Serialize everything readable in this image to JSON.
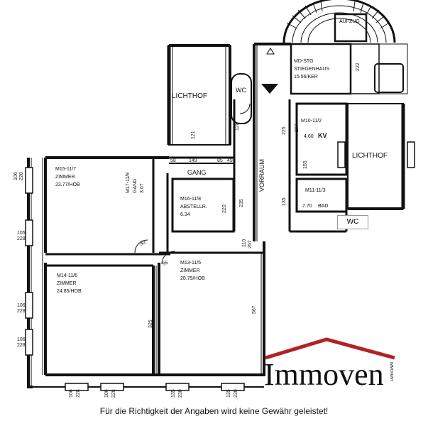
{
  "rooms": {
    "lichthof_left": "LICHTHOF",
    "lichthof_right": "LICHTHOF",
    "wc_top": "WC",
    "wc_right": "WC",
    "gang": "GANG",
    "vorraum": "VORRAUM",
    "aufzug": "AUFZUG",
    "stiege": [
      "MD-STG",
      "STIEGENHAUS",
      "15.56/KER"
    ],
    "m15": [
      "M15-11/7",
      "ZIMMER",
      "23.77/HOB"
    ],
    "m17": [
      "M17-11/9",
      "GANG",
      "3.07"
    ],
    "m16": [
      "M16-11/8",
      "ABSTELLR.",
      "6.34"
    ],
    "m10": [
      "M10-11/2",
      "4.60"
    ],
    "kv": "KV",
    "m11": [
      "M11-11/3",
      "7.70"
    ],
    "bad": "BAD",
    "m14": [
      "M14-11/6",
      "ZIMMER",
      "24.85/HOB"
    ],
    "m13": [
      "M13-11/5",
      "ZIMMER",
      "28.75/HOB"
    ]
  },
  "dimensions": {
    "d149": "149",
    "d85": "85",
    "d49": "49",
    "d58": "58",
    "d225": "225",
    "d220": "220",
    "d235": "235",
    "d135": "135",
    "d567": "567",
    "d325": "325",
    "d222": "222",
    "d207": "207",
    "d155": "155",
    "d257": "257",
    "d110": "110",
    "d90": "90",
    "d95": "95",
    "d128": "128",
    "d121": "121",
    "win_top": [
      "106",
      "228"
    ],
    "win_mid": [
      "105",
      "228"
    ],
    "win_low1": [
      "106",
      "228"
    ],
    "win_low2": [
      "106",
      "228"
    ],
    "win_bot1": [
      "106",
      "228"
    ],
    "win_bot2": [
      "106",
      "228"
    ],
    "win_bot3": [
      "135",
      "230"
    ],
    "win_bot4": [
      "135",
      "230"
    ]
  },
  "logo": {
    "name": "Immoven",
    "side": "IMMOVENT",
    "accent": "#b22222"
  },
  "disclaimer": "Für die Richtigkeit der Angaben wird keine Gewähr geleistet!"
}
